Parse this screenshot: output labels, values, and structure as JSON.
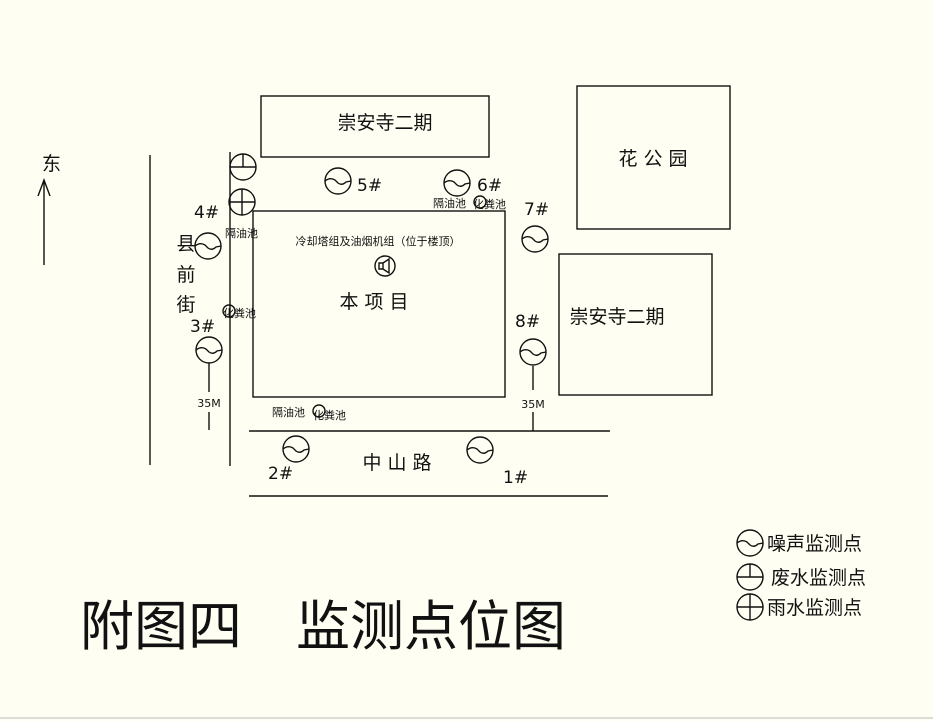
{
  "direction": {
    "label": "东"
  },
  "buildings": {
    "top": "崇安寺二期",
    "park": "花 公 园",
    "right": "崇安寺二期",
    "project": "本 项 目"
  },
  "roads": {
    "west": [
      "县",
      "前",
      "街"
    ],
    "south": "中 山 路"
  },
  "equipment_label": "冷却塔组及油烟机组（位于楼顶）",
  "facilities": {
    "grease_trap": "隔油池",
    "septic_tank": "化粪池"
  },
  "points": {
    "p1": "1#",
    "p2": "2#",
    "p3": "3#",
    "p4": "4#",
    "p5": "5#",
    "p6": "6#",
    "p7": "7#",
    "p8": "8#"
  },
  "distances": {
    "west": "35M",
    "east": "35M"
  },
  "legend": {
    "noise": "噪声监测点",
    "wastewater": "废水监测点",
    "rainwater": "雨水监测点"
  },
  "title": "附图四　监测点位图"
}
